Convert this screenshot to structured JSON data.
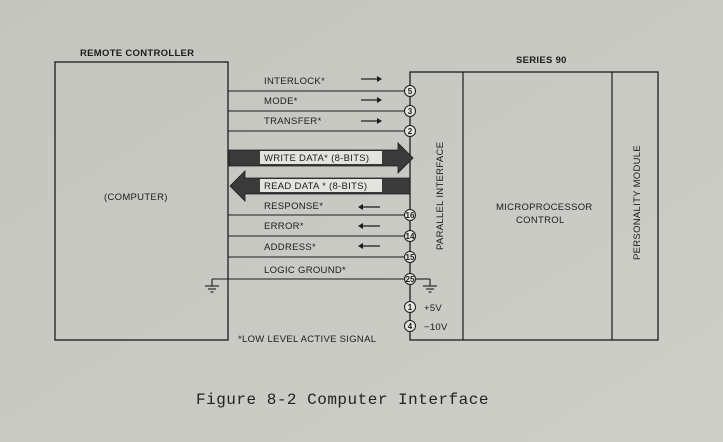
{
  "left_block": {
    "header": "REMOTE CONTROLLER",
    "label": "(COMPUTER)"
  },
  "right_block": {
    "header": "SERIES 90",
    "parallel": "PARALLEL INTERFACE",
    "micro_line1": "MICROPROCESSOR",
    "micro_line2": "CONTROL",
    "personality": "PERSONALITY MODULE"
  },
  "signals": [
    {
      "name": "INTERLOCK*",
      "pin": "5",
      "dir": "right"
    },
    {
      "name": "MODE*",
      "pin": "3",
      "dir": "right"
    },
    {
      "name": "TRANSFER*",
      "pin": "2",
      "dir": "right"
    },
    {
      "name": "WRITE DATA* (8-BITS)",
      "pin": "",
      "dir": "bus-right"
    },
    {
      "name": "READ DATA * (8-BITS)",
      "pin": "",
      "dir": "bus-left"
    },
    {
      "name": "RESPONSE*",
      "pin": "16",
      "dir": "left"
    },
    {
      "name": "ERROR*",
      "pin": "14",
      "dir": "left"
    },
    {
      "name": "ADDRESS*",
      "pin": "15",
      "dir": "left"
    },
    {
      "name": "LOGIC GROUND*",
      "pin": "25",
      "dir": "ground"
    }
  ],
  "power_pins": [
    {
      "pin": "1",
      "label": "+5V"
    },
    {
      "pin": "4",
      "label": "−10V"
    }
  ],
  "footnote": "*LOW LEVEL ACTIVE SIGNAL",
  "caption": "Figure 8-2  Computer Interface",
  "colors": {
    "line": "#1c1c1c",
    "bus": "#3a3a3a",
    "bus_text_bg": "#e4e4de"
  }
}
